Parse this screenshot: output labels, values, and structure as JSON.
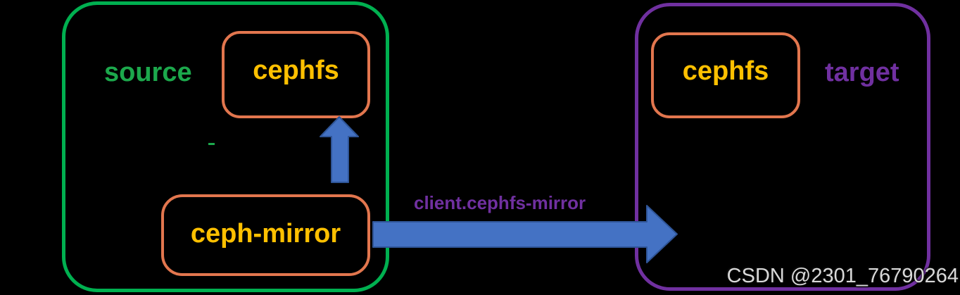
{
  "diagram": {
    "source_cluster": {
      "label": "source",
      "border_color": "#00B050",
      "label_color": "#1CA84C",
      "nodes": [
        {
          "id": "cephfs",
          "label": "cephfs"
        },
        {
          "id": "ceph-mirror",
          "label": "ceph-mirror"
        }
      ]
    },
    "target_cluster": {
      "label": "target",
      "border_color": "#7030A0",
      "label_color": "#7030A0",
      "nodes": [
        {
          "id": "cephfs",
          "label": "cephfs"
        }
      ]
    },
    "node_style": {
      "border_color": "#E2764E",
      "text_color": "#FFC000"
    },
    "arrows": [
      {
        "id": "arrow-up",
        "from": "ceph-mirror",
        "to": "cephfs",
        "label": ""
      },
      {
        "id": "arrow-right",
        "from": "ceph-mirror",
        "to": "target cluster",
        "label": "client.cephfs-mirror",
        "label_color": "#7030A0"
      }
    ],
    "arrow_fill": "#4472C4",
    "arrow_outline": "#2F5597",
    "background": "#000000"
  },
  "watermark": {
    "text": "CSDN @2301_76790264",
    "color": "#D9D9D9"
  }
}
